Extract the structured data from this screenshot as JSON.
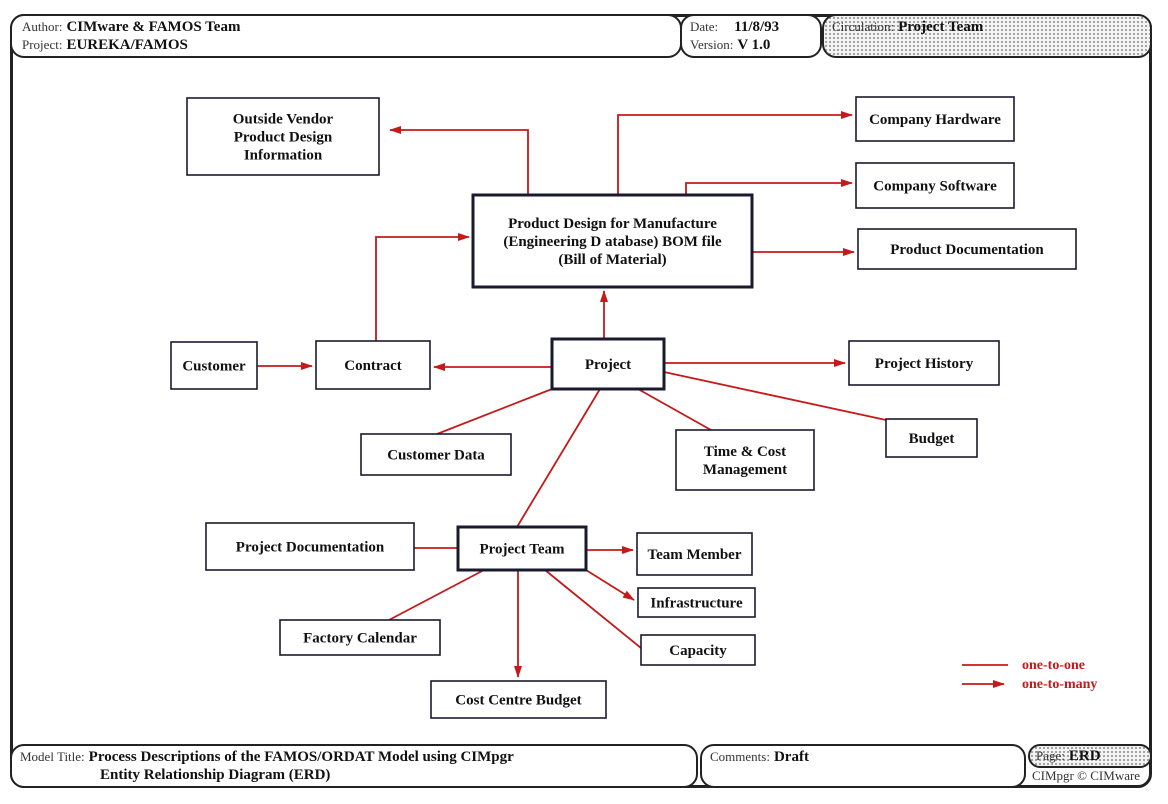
{
  "header": {
    "author_label": "Author:",
    "author": "CIMware & FAMOS Team",
    "project_label": "Project:",
    "project": "EUREKA/FAMOS",
    "date_label": "Date:",
    "date": "11/8/93",
    "version_label": "Version:",
    "version": "V 1.0",
    "circulation_label": "Circulation:",
    "circulation": "Project Team"
  },
  "footer": {
    "model_title_label": "Model Title:",
    "model_title_line1": "Process Descriptions of the FAMOS/ORDAT Model using CIMpgr",
    "model_title_line2": "Entity Relationship Diagram (ERD)",
    "comments_label": "Comments:",
    "comments": "Draft",
    "page_label": "Page:",
    "page": "ERD",
    "copyright": "CIMpgr © CIMware"
  },
  "legend": {
    "one_to_one": "one-to-one",
    "one_to_many": "one-to-many"
  },
  "colors": {
    "relationship": "#c41a1a",
    "entity_border": "#1a1a2e"
  },
  "entities": [
    {
      "id": "outside_vendor",
      "lines": [
        "Outside Vendor",
        "Product Design",
        "Information"
      ]
    },
    {
      "id": "pdm",
      "lines": [
        "Product Design for Manufacture",
        "(Engineering D atabase) BOM file",
        "(Bill of Material)"
      ],
      "main": true
    },
    {
      "id": "company_hardware",
      "lines": [
        "Company  Hardware"
      ]
    },
    {
      "id": "company_software",
      "lines": [
        "Company  Software"
      ]
    },
    {
      "id": "product_documentation",
      "lines": [
        "Product Documentation"
      ]
    },
    {
      "id": "customer",
      "lines": [
        "Customer"
      ]
    },
    {
      "id": "contract",
      "lines": [
        "Contract"
      ]
    },
    {
      "id": "project",
      "lines": [
        "Project"
      ],
      "main": true
    },
    {
      "id": "project_history",
      "lines": [
        "Project History"
      ]
    },
    {
      "id": "customer_data",
      "lines": [
        "Customer Data"
      ]
    },
    {
      "id": "time_cost",
      "lines": [
        "Time & Cost",
        "Management"
      ]
    },
    {
      "id": "budget",
      "lines": [
        "Budget"
      ]
    },
    {
      "id": "project_documentation",
      "lines": [
        "Project Documentation"
      ]
    },
    {
      "id": "project_team",
      "lines": [
        "Project Team"
      ],
      "main": true
    },
    {
      "id": "team_member",
      "lines": [
        "Team Member"
      ]
    },
    {
      "id": "infrastructure",
      "lines": [
        "Infrastructure"
      ]
    },
    {
      "id": "capacity",
      "lines": [
        "Capacity"
      ]
    },
    {
      "id": "factory_calendar",
      "lines": [
        "Factory Calendar"
      ]
    },
    {
      "id": "cost_centre_budget",
      "lines": [
        "Cost Centre  Budget"
      ]
    }
  ],
  "relationships": [
    {
      "from": "pdm",
      "to": "outside_vendor",
      "type": "one-to-many"
    },
    {
      "from": "pdm",
      "to": "company_hardware",
      "type": "one-to-many"
    },
    {
      "from": "pdm",
      "to": "company_software",
      "type": "one-to-many"
    },
    {
      "from": "pdm",
      "to": "product_documentation",
      "type": "one-to-many"
    },
    {
      "from": "contract",
      "to": "pdm",
      "type": "one-to-many"
    },
    {
      "from": "customer",
      "to": "contract",
      "type": "one-to-many"
    },
    {
      "from": "project",
      "to": "contract",
      "type": "one-to-many"
    },
    {
      "from": "project",
      "to": "pdm",
      "type": "one-to-many"
    },
    {
      "from": "project",
      "to": "project_history",
      "type": "one-to-many"
    },
    {
      "from": "project",
      "to": "budget",
      "type": "one-to-one"
    },
    {
      "from": "project",
      "to": "customer_data",
      "type": "one-to-one"
    },
    {
      "from": "project",
      "to": "time_cost",
      "type": "one-to-one"
    },
    {
      "from": "project",
      "to": "project_team",
      "type": "one-to-one"
    },
    {
      "from": "project_team",
      "to": "project_documentation",
      "type": "one-to-one"
    },
    {
      "from": "project_team",
      "to": "team_member",
      "type": "one-to-many"
    },
    {
      "from": "project_team",
      "to": "infrastructure",
      "type": "one-to-many"
    },
    {
      "from": "project_team",
      "to": "capacity",
      "type": "one-to-one"
    },
    {
      "from": "project_team",
      "to": "factory_calendar",
      "type": "one-to-one"
    },
    {
      "from": "project_team",
      "to": "cost_centre_budget",
      "type": "one-to-many"
    }
  ]
}
